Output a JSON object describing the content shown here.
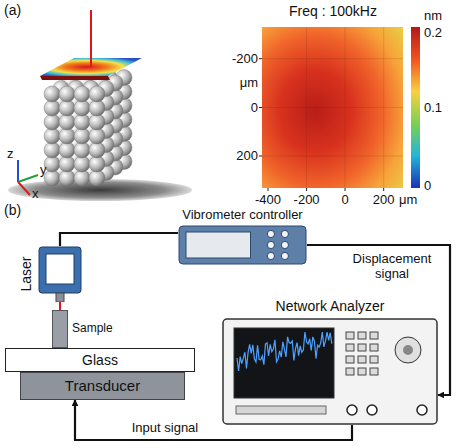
{
  "diagram": {
    "nodes": [
      {
        "text": [
          "Vibrometer controller"
        ]
      },
      {
        "text": [
          "Laser"
        ]
      },
      {
        "text": [
          "Sample"
        ]
      },
      {
        "text": [
          "Glass"
        ]
      },
      {
        "text": [
          "Transducer"
        ]
      },
      {
        "text": [
          "Network Analyzer"
        ]
      }
    ],
    "edges": [
      {
        "from": 1,
        "to": 0,
        "arrow": "none"
      },
      {
        "from": 0,
        "to": 5,
        "label": "Displacement signal",
        "arrow": "to"
      },
      {
        "from": 5,
        "to": 4,
        "label": "Input signal",
        "arrow": "to"
      }
    ],
    "labels": [
      "(a)",
      "Freq : 100kHz",
      "nm",
      "0.2",
      "0.1",
      "0",
      "-200",
      "μm",
      "0",
      "200",
      "-400",
      "-200",
      "0",
      "200",
      "μm",
      "z",
      "y",
      "x",
      "(b)"
    ]
  }
}
